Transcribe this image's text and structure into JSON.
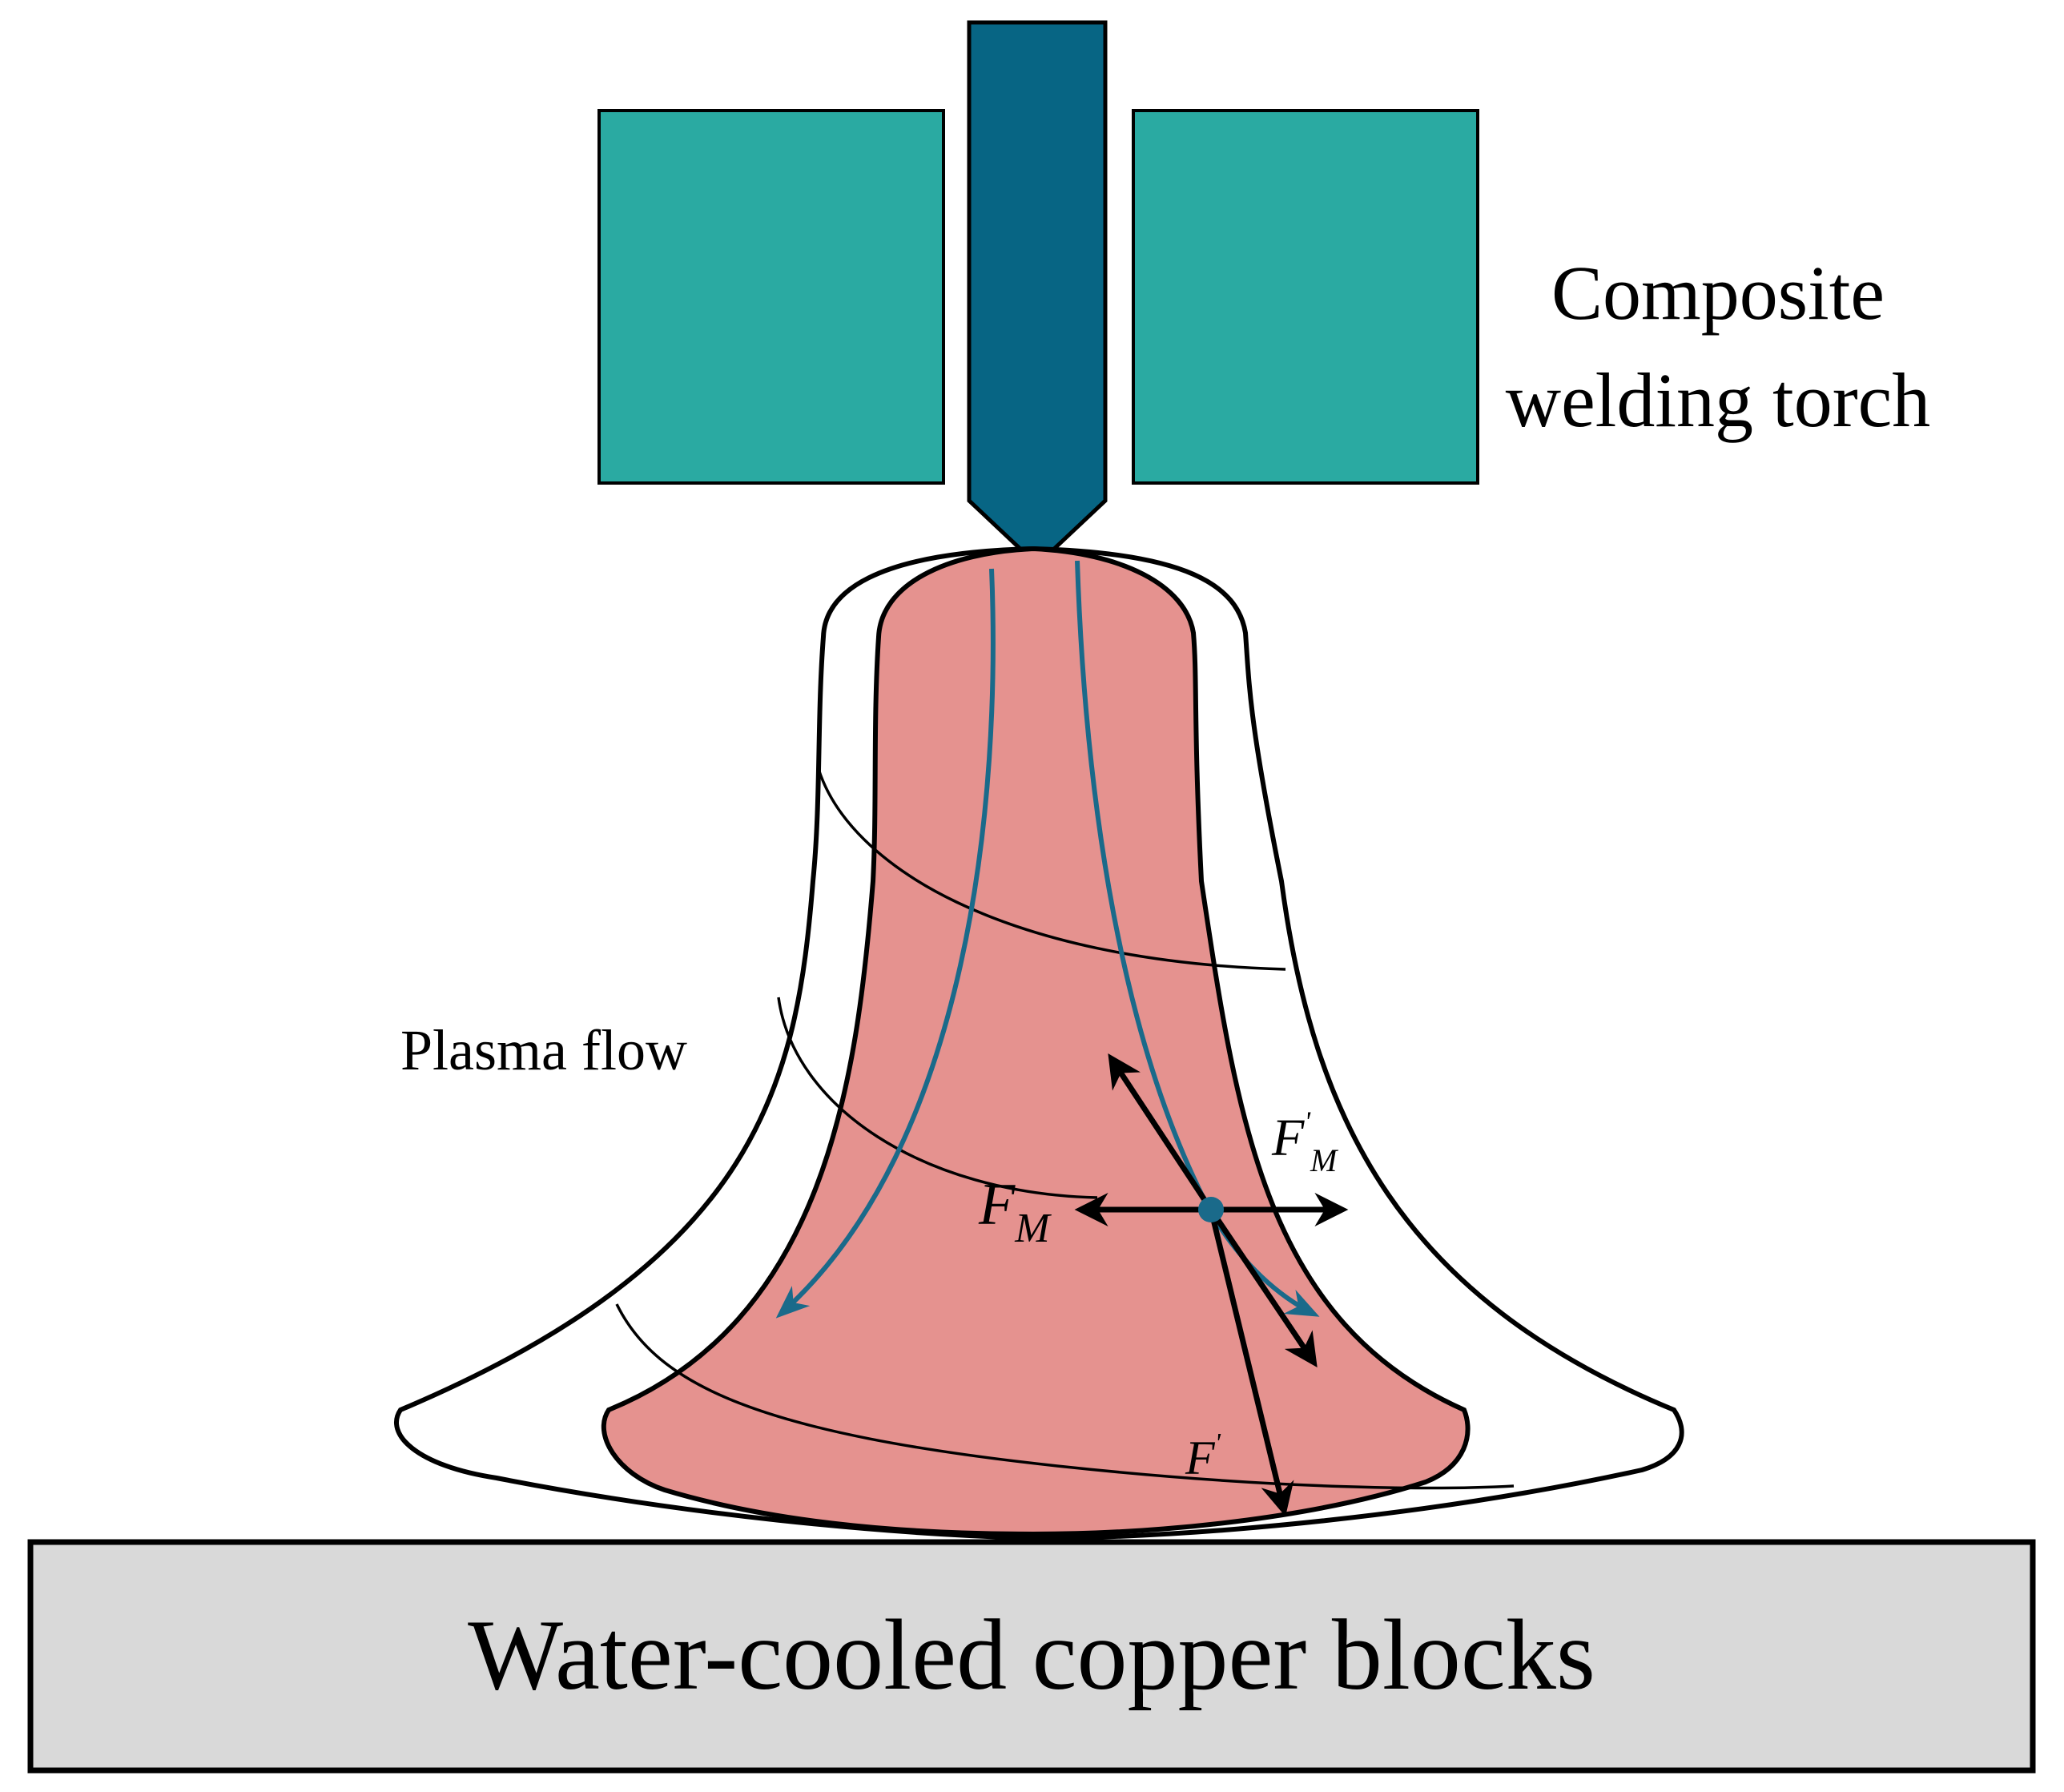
{
  "labels": {
    "torch_line1": "Composite",
    "torch_line2": "welding torch",
    "plasma_flow": "Plasma flow",
    "base_block": "Water-cooled copper blocks"
  },
  "forces": {
    "fm": {
      "symbol": "F",
      "sub": "M"
    },
    "fm_prime": {
      "symbol": "F",
      "prime": "'",
      "sub": "M"
    },
    "f_prime": {
      "symbol": "F",
      "prime": "'"
    }
  },
  "colors": {
    "nozzle": "#2aaaa2",
    "electrode": "#076584",
    "arc_core": "#e5928f",
    "flow_line": "#1a6a8a",
    "copper_block": "#d9d9d9",
    "outline": "#000000"
  }
}
